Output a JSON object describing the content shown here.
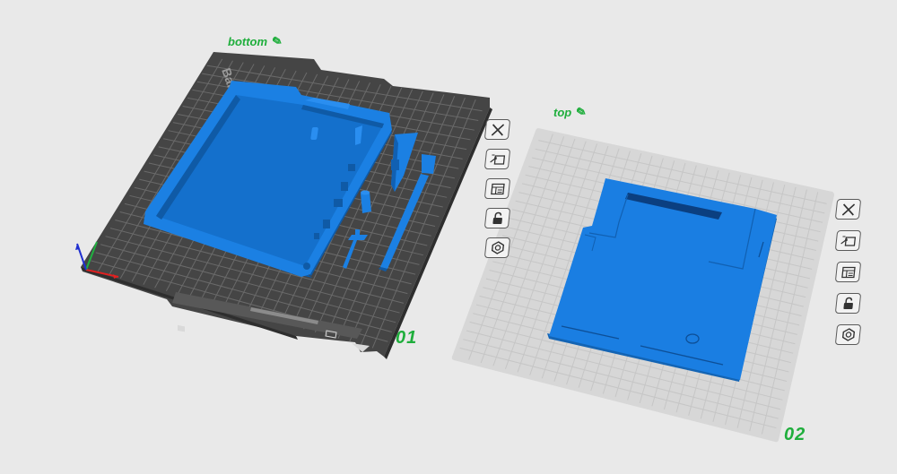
{
  "plates": [
    {
      "name": "bottom",
      "number": "01",
      "bed_brand_text": "Bambu Textured PEI Plate",
      "colors": {
        "bed": "#4a4a4a",
        "grid": "#6a6a6a",
        "model": "#1b7fe0"
      }
    },
    {
      "name": "top",
      "number": "02",
      "colors": {
        "bed": "#d6d6d6",
        "grid": "#c4c4c4",
        "model": "#1b7fe0"
      }
    }
  ],
  "plate_toolbar_icons": [
    "close-icon",
    "arrange-icon",
    "settings-icon",
    "lock-icon",
    "hex-nut-icon"
  ],
  "accent_color": "#1fae3c"
}
